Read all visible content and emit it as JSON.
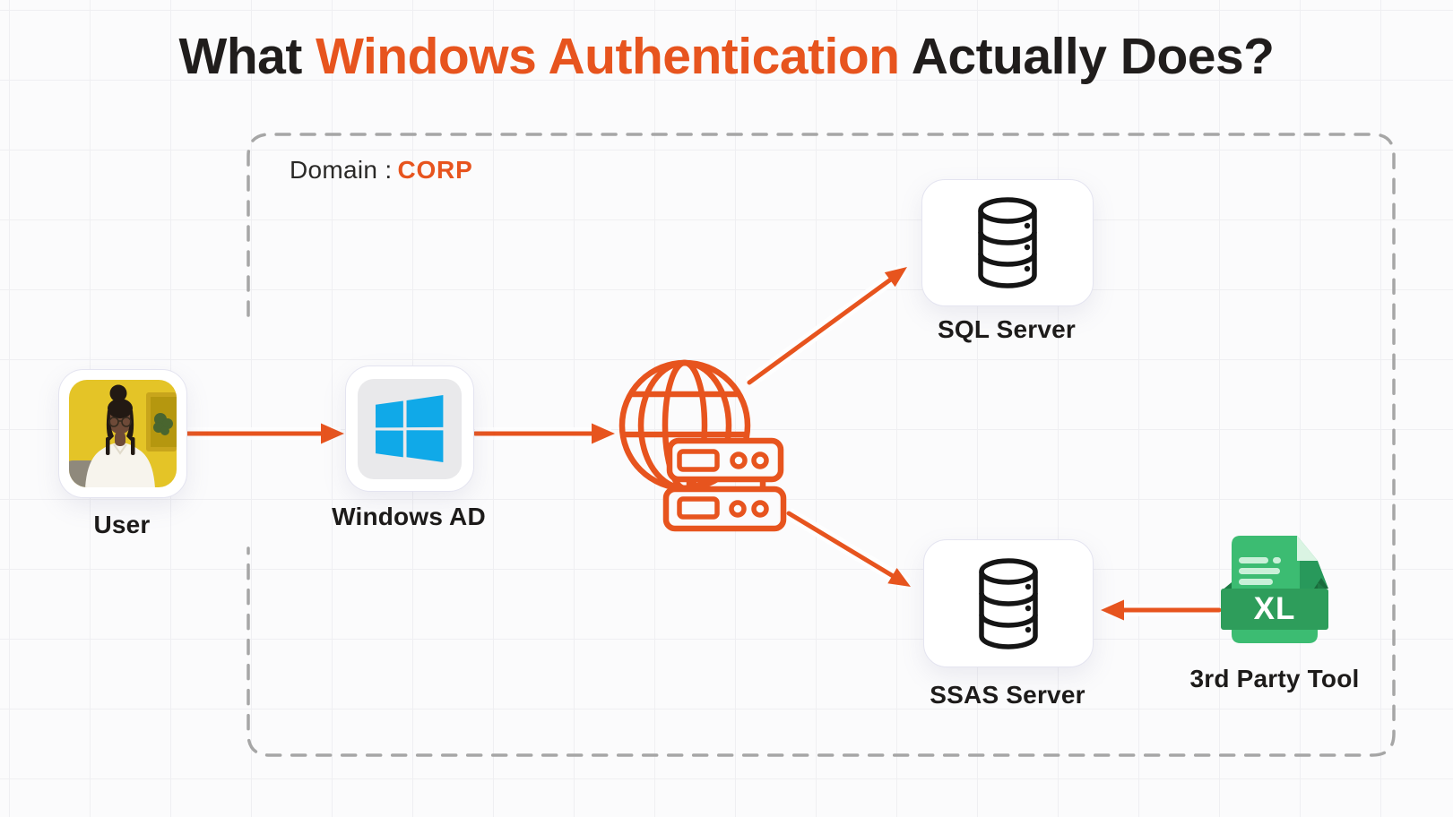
{
  "title": {
    "prefix": "What ",
    "highlight": "Windows Authentication",
    "suffix": " Actually Does?"
  },
  "domain_box": {
    "label": "Domain :",
    "value": "CORP"
  },
  "nodes": {
    "user": {
      "label": "User",
      "icon": "user-photo"
    },
    "windows_ad": {
      "label": "Windows AD",
      "icon": "windows-logo-icon"
    },
    "network": {
      "icon": "globe-server-icon"
    },
    "sql_server": {
      "label": "SQL Server",
      "icon": "database-icon"
    },
    "ssas_server": {
      "label": "SSAS Server",
      "icon": "database-icon"
    },
    "third_party_tool": {
      "label": "3rd Party Tool",
      "icon": "excel-file-icon",
      "badge": "XL"
    }
  },
  "edges": [
    {
      "from": "user",
      "to": "windows_ad"
    },
    {
      "from": "windows_ad",
      "to": "network"
    },
    {
      "from": "network",
      "to": "sql_server"
    },
    {
      "from": "network",
      "to": "ssas_server"
    },
    {
      "from": "third_party_tool",
      "to": "ssas_server"
    }
  ],
  "colors": {
    "accent_orange": "#E7541E",
    "title_text": "#201D1C",
    "windows_blue": "#10A9E8",
    "excel_green": "#3CBC72",
    "excel_dark_green": "#2E9D5B",
    "database_icon": "#151515",
    "dashed_border": "#A6A6A6",
    "background": "#FBFBFC"
  }
}
